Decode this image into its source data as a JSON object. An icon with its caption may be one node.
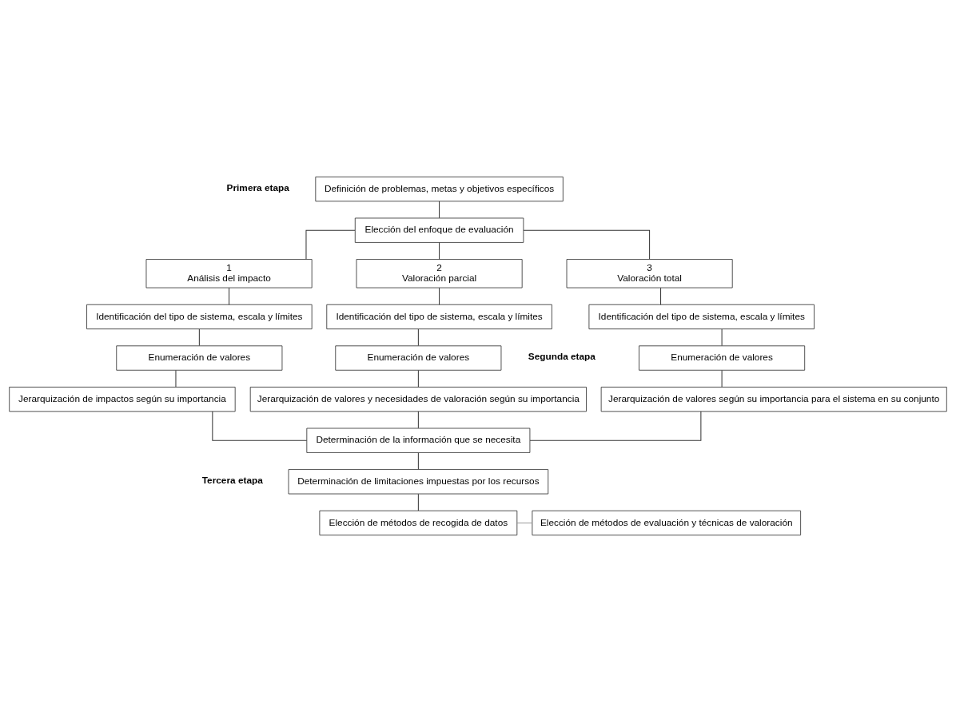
{
  "diagram": {
    "nodes": [
      {
        "text": [
          "Definición de problemas, metas y objetivos específicos"
        ]
      },
      {
        "text": [
          "Elección del enfoque de evaluación"
        ]
      },
      {
        "text": [
          "1",
          "Análisis del impacto"
        ]
      },
      {
        "text": [
          "2",
          "Valoración parcial"
        ]
      },
      {
        "text": [
          "3",
          "Valoración total"
        ]
      },
      {
        "text": [
          "Identificación del tipo de sistema, escala y límites"
        ]
      },
      {
        "text": [
          "Identificación del tipo de sistema, escala y límites"
        ]
      },
      {
        "text": [
          "Identificación del tipo de sistema, escala y límites"
        ]
      },
      {
        "text": [
          "Enumeración de valores"
        ]
      },
      {
        "text": [
          "Enumeración de valores"
        ]
      },
      {
        "text": [
          "Enumeración de valores"
        ]
      },
      {
        "text": [
          "Jerarquización de impactos según su importancia"
        ]
      },
      {
        "text": [
          "Jerarquización de valores y necesidades de valoración según su importancia"
        ]
      },
      {
        "text": [
          "Jerarquización de valores según su importancia para el sistema en su conjunto"
        ]
      },
      {
        "text": [
          "Determinación de la información que se necesita"
        ]
      },
      {
        "text": [
          "Determinación de limitaciones impuestas por los recursos"
        ]
      },
      {
        "text": [
          "Elección de métodos de recogida de datos"
        ]
      },
      {
        "text": [
          "Elección de métodos de evaluación y técnicas de valoración"
        ]
      }
    ],
    "edges": [
      {
        "from": 0,
        "to": 1,
        "arrow": "none"
      },
      {
        "from": 1,
        "to": 2,
        "arrow": "none"
      },
      {
        "from": 1,
        "to": 3,
        "arrow": "none"
      },
      {
        "from": 1,
        "to": 4,
        "arrow": "none"
      },
      {
        "from": 2,
        "to": 5,
        "arrow": "none"
      },
      {
        "from": 3,
        "to": 6,
        "arrow": "none"
      },
      {
        "from": 4,
        "to": 7,
        "arrow": "none"
      },
      {
        "from": 5,
        "to": 8,
        "arrow": "none"
      },
      {
        "from": 6,
        "to": 9,
        "arrow": "none"
      },
      {
        "from": 7,
        "to": 10,
        "arrow": "none"
      },
      {
        "from": 8,
        "to": 11,
        "arrow": "none"
      },
      {
        "from": 9,
        "to": 12,
        "arrow": "none"
      },
      {
        "from": 10,
        "to": 13,
        "arrow": "none"
      },
      {
        "from": 11,
        "to": 14,
        "arrow": "none"
      },
      {
        "from": 12,
        "to": 14,
        "arrow": "none"
      },
      {
        "from": 13,
        "to": 14,
        "arrow": "none"
      },
      {
        "from": 14,
        "to": 15,
        "arrow": "none"
      },
      {
        "from": 15,
        "to": 16,
        "arrow": "none"
      },
      {
        "from": 16,
        "to": 17,
        "arrow": "none",
        "color": "#999999"
      }
    ],
    "labels": [
      "Primera etapa",
      "Segunda etapa",
      "Tercera etapa"
    ]
  }
}
